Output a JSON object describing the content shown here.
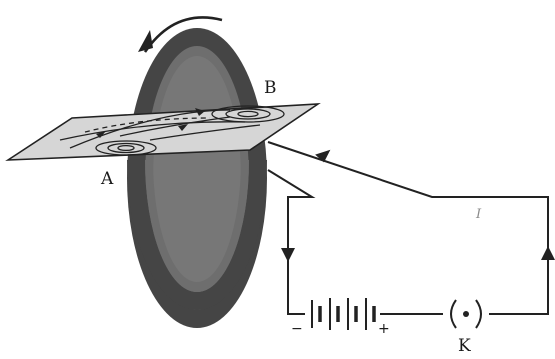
{
  "labels": {
    "point_a": "A",
    "point_b": "B",
    "switch": "K",
    "battery_negative": "−",
    "battery_positive": "+",
    "current": "I"
  },
  "colors": {
    "coil_outer": "#454545",
    "coil_inner": "#6e6e6e",
    "board": "#d6d6d6",
    "wire": "#222222"
  }
}
